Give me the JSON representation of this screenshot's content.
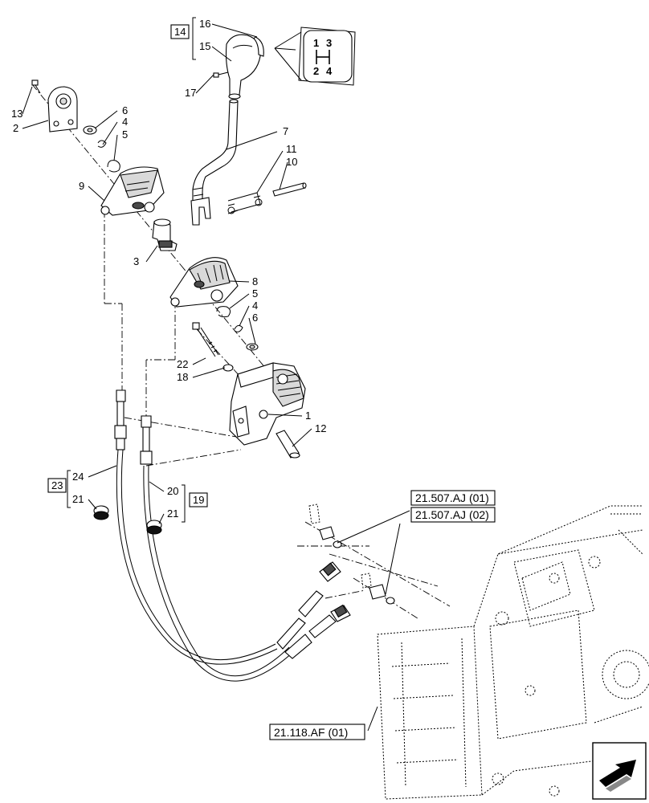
{
  "callouts": {
    "c1": "1",
    "c2": "2",
    "c3": "3",
    "c4a": "4",
    "c4b": "4",
    "c5a": "5",
    "c5b": "5",
    "c6a": "6",
    "c6b": "6",
    "c7": "7",
    "c8": "8",
    "c9": "9",
    "c10": "10",
    "c11": "11",
    "c12": "12",
    "c13": "13",
    "c15": "15",
    "c16": "16",
    "c17": "17",
    "c18": "18",
    "c20": "20",
    "c21a": "21",
    "c21b": "21",
    "c22": "22",
    "c24": "24"
  },
  "groups": {
    "g14": "14",
    "g19": "19",
    "g23": "23"
  },
  "references": {
    "ref1": "21.507.AJ (01)",
    "ref2": "21.507.AJ (02)",
    "ref3": "21.118.AF (01)"
  },
  "shift_pattern": {
    "top_left": "1",
    "top_right": "3",
    "bottom_left": "2",
    "bottom_right": "4"
  },
  "nav_icon": "next-page-arrow-icon"
}
